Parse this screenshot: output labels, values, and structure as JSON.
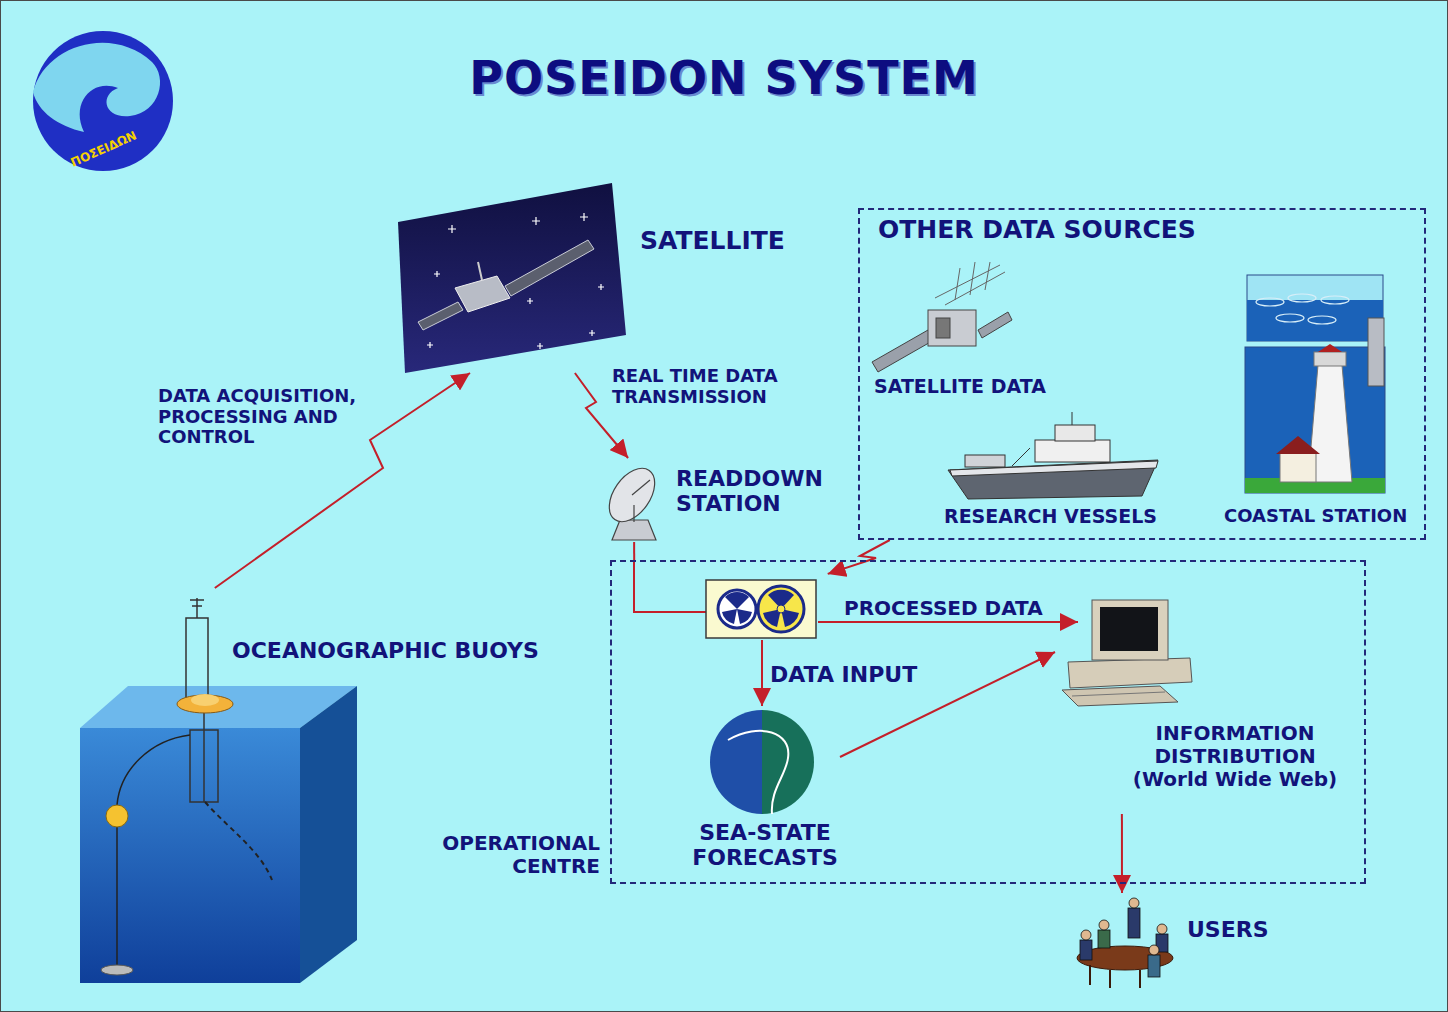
{
  "diagram": {
    "title": "POSEIDON SYSTEM",
    "nodes": [
      {
        "text": [
          "SATELLITE"
        ]
      },
      {
        "text": [
          "OTHER DATA SOURCES"
        ]
      },
      {
        "text": [
          "SATELLITE DATA"
        ],
        "in": 1
      },
      {
        "text": [
          "RESEARCH VESSELS"
        ],
        "in": 1
      },
      {
        "text": [
          "COASTAL STATION"
        ],
        "in": 1
      },
      {
        "text": [
          "READDOWN STATION"
        ]
      },
      {
        "text": [
          "OCEANOGRAPHIC BUOYS"
        ]
      },
      {
        "text": [
          "OPERATIONAL CENTRE"
        ]
      },
      {
        "text": [
          "SEA-STATE FORECASTS"
        ],
        "in": 7
      },
      {
        "text": [
          "INFORMATION DISTRIBUTION (World Wide Web)"
        ],
        "in": 7
      },
      {
        "text": [
          "USERS"
        ]
      }
    ],
    "edges": [
      {
        "from": 6,
        "to": 0,
        "arrow": "to",
        "label": "DATA ACQUISITION, PROCESSING AND CONTROL"
      },
      {
        "from": 0,
        "to": 5,
        "arrow": "to",
        "label": "REAL TIME DATA TRANSMISSION"
      },
      {
        "from": 5,
        "to": 7,
        "arrow": "none"
      },
      {
        "from": 1,
        "to": 7,
        "arrow": "to"
      },
      {
        "from": 8,
        "to": 9,
        "arrow": "to"
      },
      {
        "from": 9,
        "to": 10,
        "arrow": "to"
      }
    ],
    "labels": [
      "ΠΟΣΕΙΔΩΝ",
      "PROCESSED DATA",
      "DATA INPUT"
    ]
  }
}
